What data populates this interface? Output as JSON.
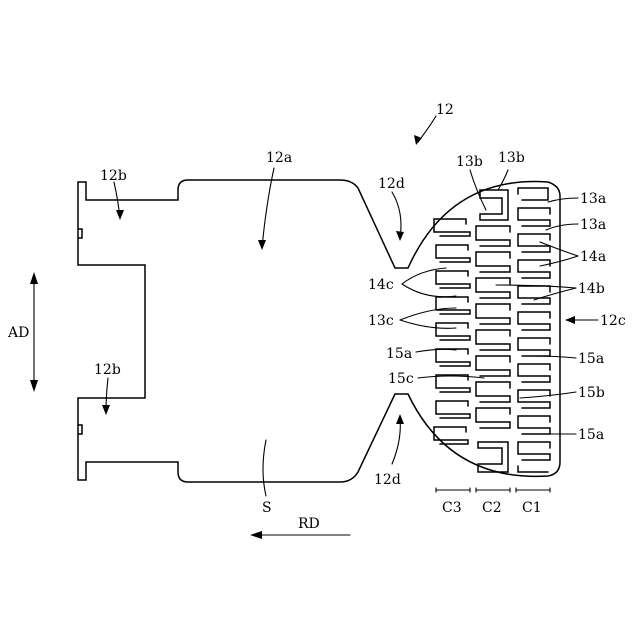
{
  "labels": {
    "part": "12",
    "body_region": "12a",
    "edge_upper": "12b",
    "edge_lower": "12b",
    "slit_upper": "12d",
    "slit_lower": "12d",
    "outer_region": "12c",
    "slit_top_left": "13b",
    "slit_top_right": "13b",
    "slit_right_1": "13a",
    "slit_right_2": "13a",
    "bridge_right": "14a",
    "bridge_mid": "14b",
    "bridge_left": "14c",
    "slit_left": "13c",
    "land_left": "15a",
    "land_right_upper": "15a",
    "land_right_lower": "15a",
    "land_mid": "15b",
    "land_center": "15c",
    "column_3": "C3",
    "column_2": "C2",
    "column_1": "C1",
    "axial_direction": "AD",
    "radial_direction": "RD",
    "surface": "S"
  }
}
